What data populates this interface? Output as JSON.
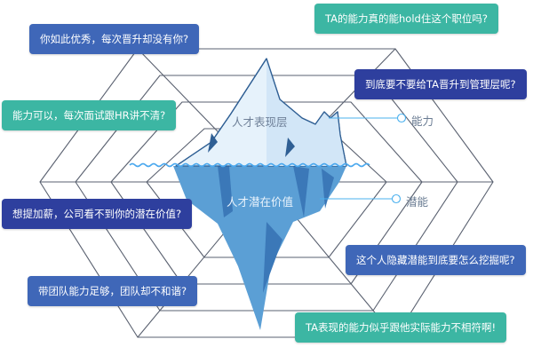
{
  "colors": {
    "bubble_blue": "#3f67b8",
    "bubble_green": "#3cb6a3",
    "bubble_navy": "#2e3f9e",
    "iceberg_top": "#e6f2fb",
    "iceberg_body": "#5b9fd5",
    "iceberg_shadow": "#3b78b8",
    "web_line": "#5a6170",
    "callout_line": "#4ab0ee"
  },
  "iceberg": {
    "surface_label": "人才表现层",
    "underwater_label": "人才潜在价值"
  },
  "side_labels": {
    "ability": "能力",
    "potential": "潜能"
  },
  "questions": [
    "你如此优秀，每次晋升却没有你?",
    "TA的能力真的能hold住这个职位吗?",
    "到底要不要给TA晋升到管理层呢?",
    "能力可以，每次面试跟HR讲不清?",
    "想提加薪，公司看不到你的潜在价值?",
    "这个人隐藏潜能到底要怎么挖掘呢?",
    "带团队能力足够，团队却不和谐?",
    "TA表现的能力似乎跟他实际能力不相符啊!"
  ]
}
